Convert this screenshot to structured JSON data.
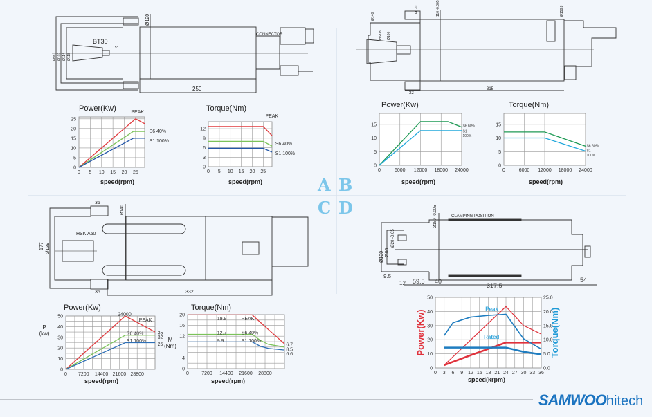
{
  "sections": [
    "A",
    "B",
    "C",
    "D"
  ],
  "brand": {
    "bold": "SAMWOO",
    "light": "hitech"
  },
  "drawings": {
    "A": {
      "tool": "BT30",
      "connector": "CONNECTOR",
      "dia_body": "Ø120",
      "length": "250",
      "left_dims": [
        "Ø98",
        "Ø107",
        "Ø114",
        "Ø118"
      ],
      "angle": "15°"
    },
    "B": {
      "dia_front": "Ø140",
      "dia_nose": "Ø58.8",
      "dia_inner": "Ø100",
      "dia_flange": "Ø170",
      "dia_fit": "110 -0.005",
      "dia_rear": "Ø158.8",
      "flange_width": "32",
      "length": "315"
    },
    "C": {
      "tool": "HSK A50",
      "dia_body": "Ø140",
      "height": "177",
      "dia_front": "Ø139",
      "flange_top": "35",
      "flange_bottom": "35",
      "length": "332"
    },
    "D": {
      "clamping": "CLAMPING POSITION",
      "dia_fit": "Ø150 -0.005",
      "dia_outer": "Ø130",
      "dia_mid": "Ø80",
      "dia_inner": "Ø20 -0.05",
      "dims": [
        "9.5",
        "12",
        "59.5",
        "40",
        "317.5",
        "54"
      ]
    }
  },
  "chart_data": [
    {
      "id": "A-power",
      "type": "line",
      "title": "Power(Kw)",
      "xlabel": "speed(rpm)",
      "ylabel": "",
      "xlim": [
        0,
        29
      ],
      "ylim": [
        0,
        26
      ],
      "xticks": [
        0,
        5,
        10,
        15,
        20,
        25
      ],
      "yticks": [
        0,
        5,
        10,
        15,
        20,
        25
      ],
      "grid": true,
      "series": [
        {
          "name": "PEAK",
          "color": "#e03a3e",
          "points": [
            [
              0,
              0
            ],
            [
              25,
              25
            ],
            [
              29,
              22.5
            ]
          ]
        },
        {
          "name": "S6 40%",
          "color": "#7cc35a",
          "points": [
            [
              0,
              0
            ],
            [
              24,
              18.5
            ],
            [
              29,
              18.5
            ]
          ]
        },
        {
          "name": "S1 100%",
          "color": "#2356a8",
          "points": [
            [
              0,
              0
            ],
            [
              24,
              15
            ],
            [
              29,
              15
            ]
          ]
        }
      ],
      "annotations": [
        {
          "text": "PEAK",
          "x": 23,
          "y": 28.5
        },
        {
          "text": "S6 40%",
          "x": 31,
          "y": 18.5
        },
        {
          "text": "S1 100%",
          "x": 31,
          "y": 13.5
        }
      ]
    },
    {
      "id": "A-torque",
      "type": "line",
      "title": "Torque(Nm)",
      "xlabel": "speed(rpm)",
      "ylabel": "",
      "xlim": [
        0,
        29
      ],
      "ylim": [
        0,
        14.2
      ],
      "xticks": [
        0,
        5,
        10,
        15,
        20,
        25
      ],
      "yticks": [
        0,
        3,
        6,
        9,
        12
      ],
      "grid": true,
      "series": [
        {
          "name": "PEAK",
          "color": "#e03a3e",
          "points": [
            [
              0,
              12.7
            ],
            [
              25,
              12.7
            ],
            [
              29,
              9.8
            ]
          ]
        },
        {
          "name": "S6 40%",
          "color": "#7cc35a",
          "points": [
            [
              0,
              8
            ],
            [
              25,
              8
            ],
            [
              29,
              6.5
            ]
          ]
        },
        {
          "name": "S1 100%",
          "color": "#2356a8",
          "points": [
            [
              0,
              5.8
            ],
            [
              25,
              5.8
            ],
            [
              29,
              4.6
            ]
          ]
        }
      ],
      "annotations": [
        {
          "text": "PEAK",
          "x": 26,
          "y": 16
        },
        {
          "text": "S6 40%",
          "x": 30.5,
          "y": 7.2
        },
        {
          "text": "S1 100%",
          "x": 30.5,
          "y": 4.2
        }
      ]
    },
    {
      "id": "B-power",
      "type": "line",
      "title": "Power(Kw)",
      "xlabel": "speed(rpm)",
      "ylabel": "",
      "xlim": [
        0,
        24000
      ],
      "ylim": [
        0,
        19
      ],
      "xticks": [
        0,
        6000,
        12000,
        18000,
        24000
      ],
      "yticks": [
        0,
        5,
        10,
        15
      ],
      "grid": true,
      "series": [
        {
          "name": "S6 60%",
          "color": "#1e9a55",
          "points": [
            [
              0,
              0
            ],
            [
              12000,
              16
            ],
            [
              20000,
              16
            ],
            [
              24000,
              14
            ]
          ]
        },
        {
          "name": "S1 100%",
          "color": "#22a8dc",
          "points": [
            [
              0,
              0
            ],
            [
              12000,
              12.7
            ],
            [
              24000,
              12.7
            ]
          ]
        }
      ],
      "annotations": [
        {
          "text": "S6 60%",
          "x": 24300,
          "y": 14.6
        },
        {
          "text": "S1",
          "x": 24300,
          "y": 12.6
        },
        {
          "text": "100%",
          "x": 24300,
          "y": 10.9
        }
      ]
    },
    {
      "id": "B-torque",
      "type": "line",
      "title": "Torque(Nm)",
      "xlabel": "speed(rpm)",
      "ylabel": "",
      "xlim": [
        0,
        24000
      ],
      "ylim": [
        0,
        19
      ],
      "xticks": [
        0,
        6000,
        12000,
        18000,
        24000
      ],
      "yticks": [
        0,
        5,
        10,
        15
      ],
      "grid": true,
      "series": [
        {
          "name": "S6 60%",
          "color": "#1e9a55",
          "points": [
            [
              0,
              12.2
            ],
            [
              12000,
              12.2
            ],
            [
              24000,
              7
            ]
          ]
        },
        {
          "name": "S1 100%",
          "color": "#22a8dc",
          "points": [
            [
              0,
              10
            ],
            [
              12000,
              10
            ],
            [
              24000,
              5.2
            ]
          ]
        }
      ],
      "annotations": [
        {
          "text": "S6 60%",
          "x": 24300,
          "y": 7.2
        },
        {
          "text": "S1",
          "x": 24300,
          "y": 5.5
        },
        {
          "text": "100%",
          "x": 24300,
          "y": 3.8
        }
      ]
    },
    {
      "id": "C-power",
      "type": "line",
      "title": "Power(Kw)",
      "xlabel": "speed(rpm)",
      "ylabel": "P (kw)",
      "xlim": [
        0,
        36000
      ],
      "ylim": [
        0,
        50
      ],
      "xticks": [
        0,
        7200,
        14400,
        21600,
        28800
      ],
      "yticks": [
        0,
        10,
        20,
        30,
        40,
        50
      ],
      "grid": true,
      "series": [
        {
          "name": "PEAK",
          "color": "#e03a3e",
          "points": [
            [
              0,
              0
            ],
            [
              24000,
              50
            ],
            [
              36000,
              35
            ]
          ]
        },
        {
          "name": "S6 40%",
          "color": "#7cc35a",
          "points": [
            [
              0,
              0
            ],
            [
              24000,
              32
            ],
            [
              36000,
              32
            ]
          ]
        },
        {
          "name": "S1 100%",
          "color": "#2e6fb6",
          "points": [
            [
              0,
              0
            ],
            [
              24000,
              25
            ],
            [
              36000,
              25
            ]
          ]
        }
      ],
      "annotations": [
        {
          "text": "24000",
          "x": 21000,
          "y": 51.5
        },
        {
          "text": "PEAK",
          "x": 29500,
          "y": 46
        },
        {
          "text": "S6 40%",
          "x": 24500,
          "y": 33.5
        },
        {
          "text": "S1 100%",
          "x": 24500,
          "y": 26.5
        },
        {
          "text": "35",
          "x": 37000,
          "y": 34
        },
        {
          "text": "32",
          "x": 37000,
          "y": 30
        },
        {
          "text": "25",
          "x": 37000,
          "y": 23.5
        }
      ]
    },
    {
      "id": "C-torque",
      "type": "line",
      "title": "Torque(Nm)",
      "xlabel": "speed(rpm)",
      "ylabel": "M (Nm)",
      "xlim": [
        0,
        36000
      ],
      "ylim": [
        0,
        20
      ],
      "xticks": [
        0,
        7200,
        14400,
        21600,
        28800
      ],
      "yticks": [
        0,
        4,
        12,
        16,
        20
      ],
      "grid": true,
      "series": [
        {
          "name": "PEAK",
          "color": "#e03a3e",
          "points": [
            [
              0,
              19.9
            ],
            [
              24000,
              19.9
            ],
            [
              30000,
              14.5
            ],
            [
              36000,
              9.2
            ]
          ]
        },
        {
          "name": "S6 40%",
          "color": "#7cc35a",
          "points": [
            [
              0,
              12.7
            ],
            [
              24000,
              12.7
            ],
            [
              27000,
              10.5
            ],
            [
              30000,
              9
            ],
            [
              36000,
              8
            ]
          ]
        },
        {
          "name": "S1 100%",
          "color": "#2e6fb6",
          "points": [
            [
              0,
              9.9
            ],
            [
              24000,
              9.9
            ],
            [
              27000,
              8.3
            ],
            [
              30000,
              7.5
            ],
            [
              36000,
              6.9
            ]
          ]
        }
      ],
      "annotations": [
        {
          "text": "19.9",
          "x": 11000,
          "y": 18.4
        },
        {
          "text": "PEAK",
          "x": 20000,
          "y": 18.4
        },
        {
          "text": "12.7",
          "x": 11000,
          "y": 13.2
        },
        {
          "text": "S6 40%",
          "x": 20000,
          "y": 13.2
        },
        {
          "text": "9.9",
          "x": 11000,
          "y": 10.3
        },
        {
          "text": "S1 100%",
          "x": 20000,
          "y": 10.3
        },
        {
          "text": "6.7",
          "x": 36600,
          "y": 8.8
        },
        {
          "text": "8.5",
          "x": 36600,
          "y": 7.1
        },
        {
          "text": "6.6",
          "x": 36600,
          "y": 5.4
        }
      ]
    },
    {
      "id": "D-power-torque",
      "type": "line",
      "title": "",
      "xlabel": "speed(krpm)",
      "ylabel": "Power(Kw)",
      "y2label": "Torque(Nm)",
      "xlim": [
        0,
        36
      ],
      "ylim": [
        0,
        50
      ],
      "y2lim": [
        0,
        25
      ],
      "xticks": [
        0,
        3,
        6,
        9,
        12,
        15,
        18,
        21,
        24,
        27,
        30,
        33,
        36
      ],
      "yticks": [
        0,
        10,
        20,
        30,
        40,
        50
      ],
      "y2ticks": [
        "0.0",
        "5.0",
        "10.0",
        "15.0",
        "20.0",
        "25.0"
      ],
      "grid": true,
      "series": [
        {
          "name": "Power Peak",
          "axis": "left",
          "color": "#e0323c",
          "width": 1.2,
          "points": [
            [
              3,
              2
            ],
            [
              24,
              43.5
            ],
            [
              30,
              30
            ],
            [
              36,
              24
            ]
          ]
        },
        {
          "name": "Power Rated",
          "axis": "left",
          "color": "#e0323c",
          "width": 2.6,
          "points": [
            [
              3,
              2
            ],
            [
              12,
              9
            ],
            [
              24,
              18
            ],
            [
              36,
              18
            ]
          ]
        },
        {
          "name": "Torque Peak",
          "axis": "right",
          "color": "#1f7dc0",
          "width": 1.6,
          "points": [
            [
              3,
              11.5
            ],
            [
              6,
              16
            ],
            [
              12,
              18
            ],
            [
              18,
              18.6
            ],
            [
              24,
              19
            ],
            [
              30,
              10.3
            ],
            [
              36,
              6.7
            ]
          ]
        },
        {
          "name": "Torque Rated",
          "axis": "right",
          "color": "#1f7dc0",
          "width": 2.6,
          "points": [
            [
              3,
              7.2
            ],
            [
              24,
              7.2
            ],
            [
              30,
              5.7
            ],
            [
              36,
              4.8
            ]
          ]
        }
      ],
      "annotations": [
        {
          "text": "Peak",
          "x": 17,
          "y": 41.5,
          "color": "#3aa8dc"
        },
        {
          "text": "Rated",
          "x": 16.5,
          "y": 21.5,
          "color": "#3aa8dc"
        }
      ]
    }
  ]
}
